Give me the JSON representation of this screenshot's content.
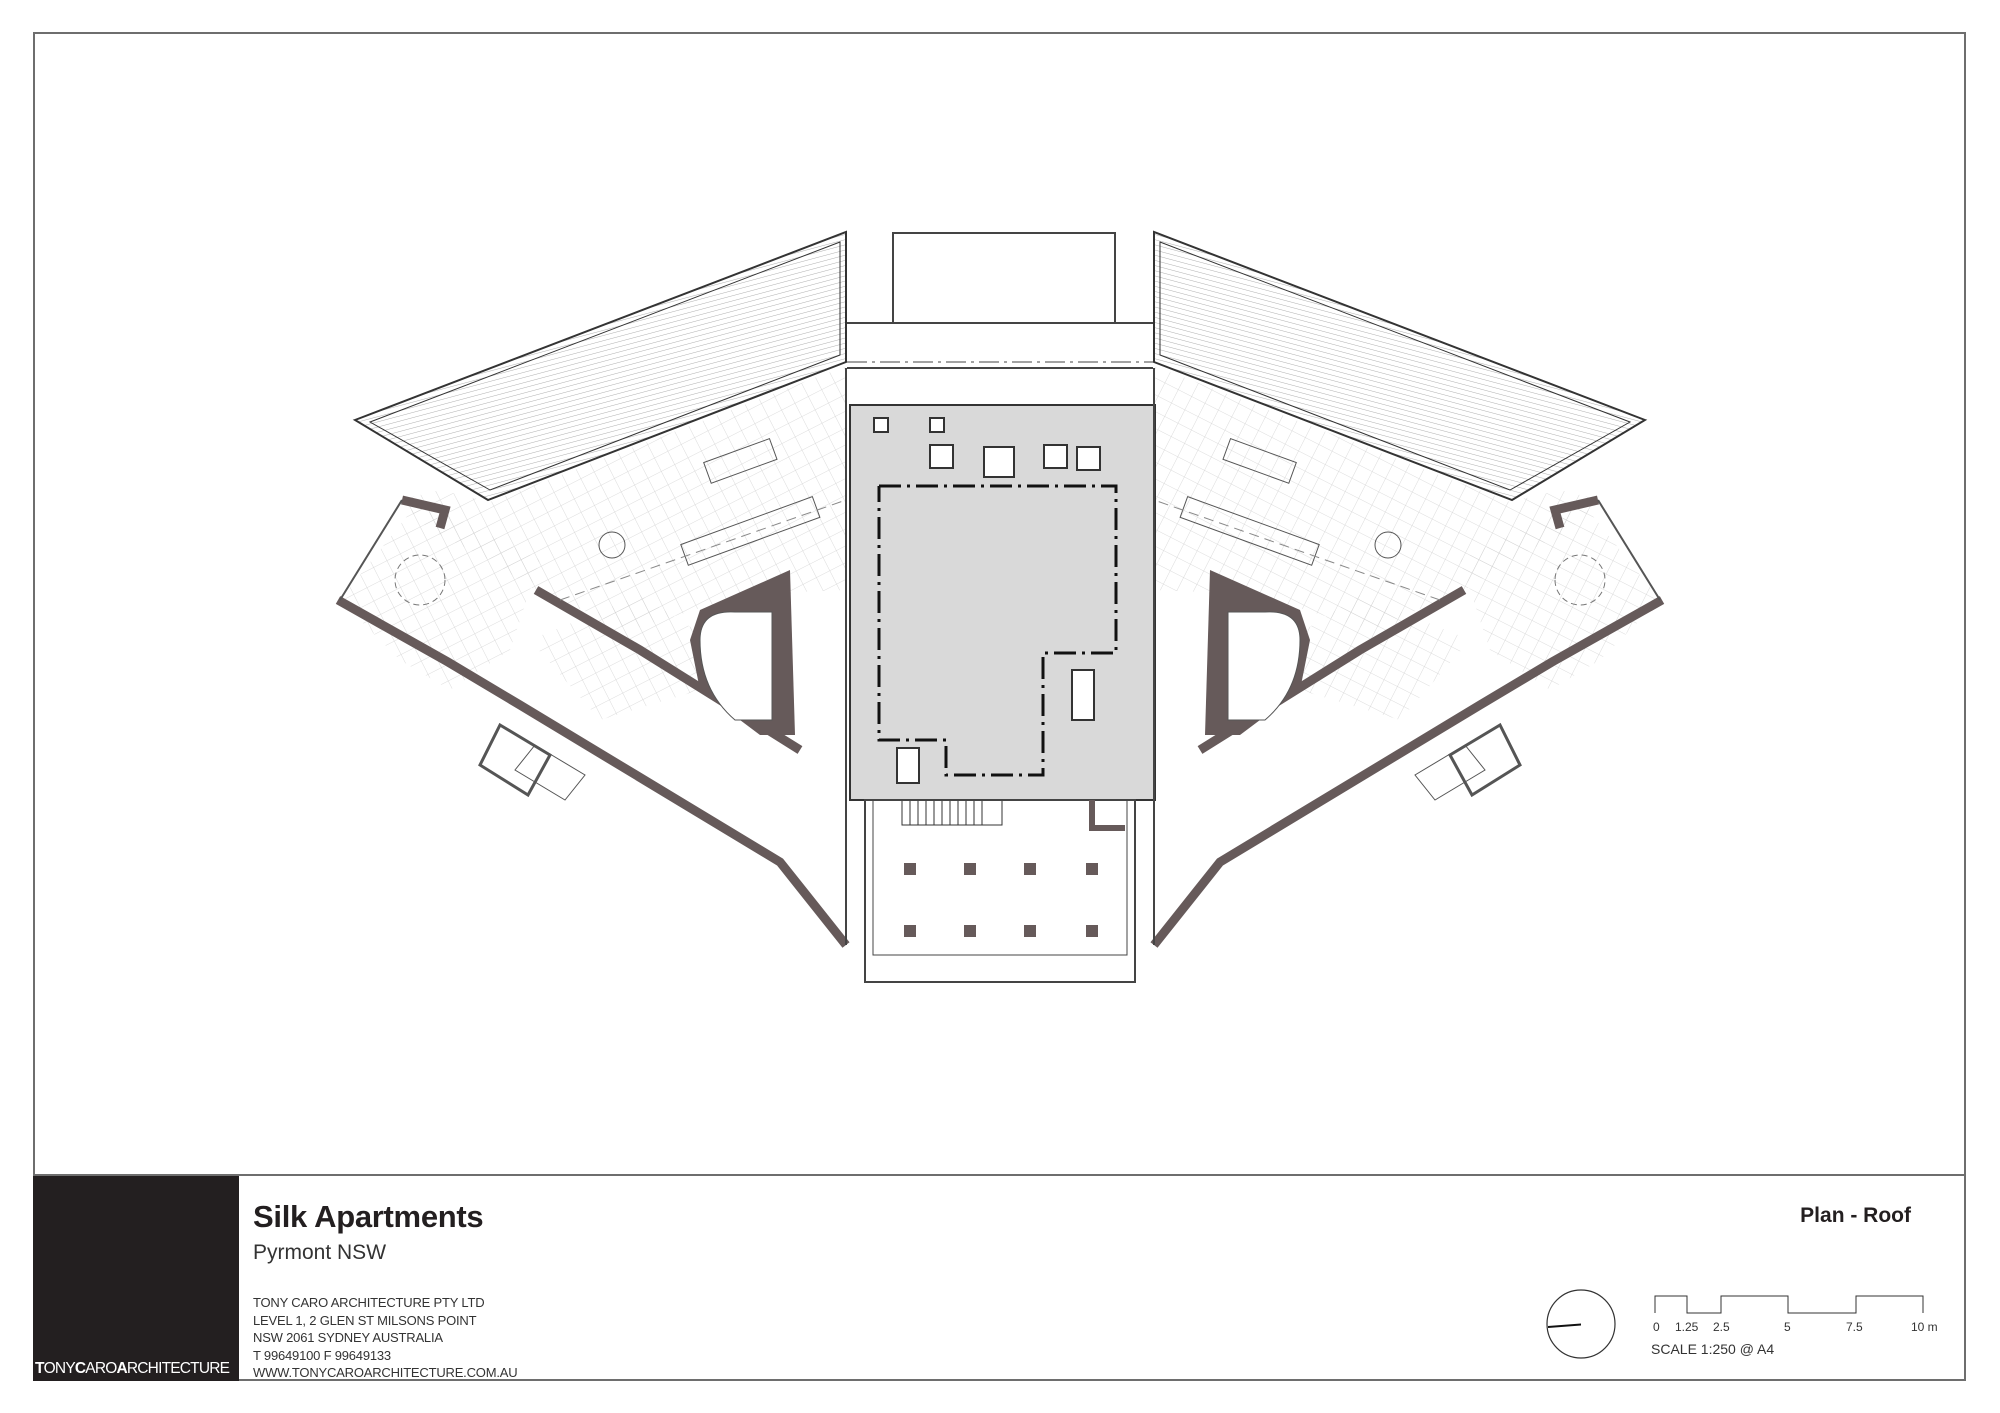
{
  "sheet": {
    "project_title": "Silk Apartments",
    "project_location": "Pyrmont NSW",
    "sheet_title": "Plan - Roof"
  },
  "firm": {
    "logo": {
      "T": "T",
      "ONY": "ONY",
      "C": "C",
      "ARO": "ARO",
      "A": "A",
      "RCHITECTURE": "RCHITECTURE"
    },
    "address_lines": [
      "TONY CARO ARCHITECTURE PTY LTD",
      "LEVEL 1, 2 GLEN ST MILSONS POINT",
      "NSW 2061 SYDNEY AUSTRALIA",
      "T 99649100 F 99649133",
      "WWW.TONYCAROARCHITECTURE.COM.AU"
    ]
  },
  "scale": {
    "ticks": [
      "0",
      "1.25",
      "2.5",
      "5",
      "7.5",
      "10 m"
    ],
    "label": "SCALE 1:250 @ A4"
  },
  "north_arrow": {
    "icon": "north-arrow-icon"
  },
  "colors": {
    "frame": "#6e6e6e",
    "wall": "#665a5a",
    "roof_fill": "#d9d9d9",
    "line": "#3a3a3a",
    "logo_bg": "#231f20",
    "tile_grid": "#cfcfcf"
  }
}
